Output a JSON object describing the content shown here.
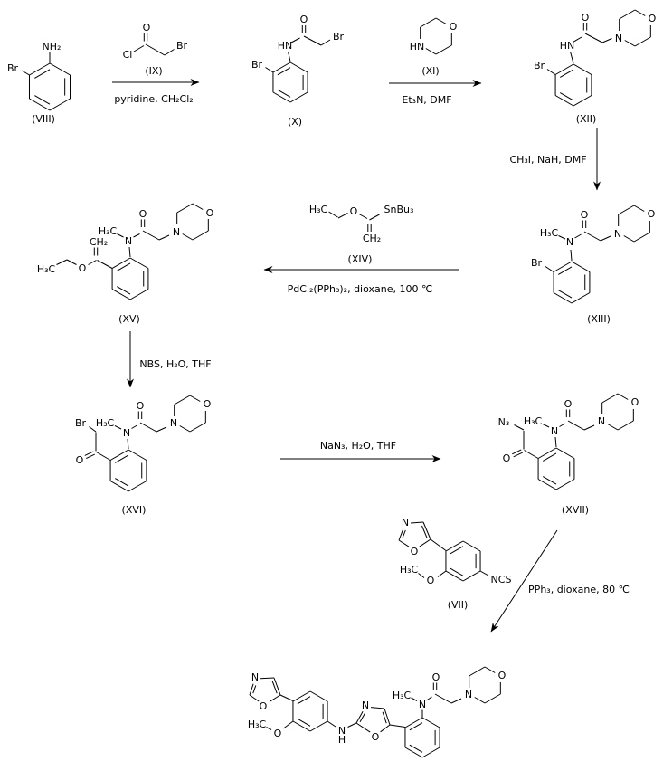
{
  "page": {
    "background": "#ffffff",
    "ink": "#000000"
  },
  "scheme": {
    "description": "Seven-step organic synthesis route from compound (VIII) to the final oxazole-amide product",
    "compound_ids": [
      "(VIII)",
      "(IX)",
      "(X)",
      "(XI)",
      "(XII)",
      "(XIII)",
      "(XIV)",
      "(XV)",
      "(XVI)",
      "(XVII)",
      "(VII)"
    ],
    "steps": [
      {
        "from": "(VIII)",
        "reagent_over_arrow": "(IX)",
        "conditions": "pyridine, CH₂Cl₂",
        "to": "(X)",
        "direction": "right"
      },
      {
        "from": "(X)",
        "reagent_over_arrow": "(XI)",
        "conditions": "Et₃N, DMF",
        "to": "(XII)",
        "direction": "right"
      },
      {
        "from": "(XII)",
        "conditions": "CH₃I, NaH, DMF",
        "to": "(XIII)",
        "direction": "down"
      },
      {
        "from": "(XIII)",
        "reagent_over_arrow": "(XIV)",
        "conditions": "PdCl₂(PPh₃)₂, dioxane, 100 ℃",
        "to": "(XV)",
        "direction": "left"
      },
      {
        "from": "(XV)",
        "conditions": "NBS, H₂O, THF",
        "to": "(XVI)",
        "direction": "down"
      },
      {
        "from": "(XVI)",
        "conditions": "NaN₃, H₂O, THF",
        "to": "(XVII)",
        "direction": "right"
      },
      {
        "from": "(XVII)",
        "reagent_beside_arrow": "(VII)",
        "conditions": "PPh₃, dioxane, 80 ℃",
        "to": "final product",
        "direction": "diagonal-down-left"
      }
    ]
  },
  "labels": {
    "c8_nh2": "NH₂",
    "c8_br": "Br",
    "c8_id": "(VIII)",
    "r9_o": "O",
    "r9_cl": "Cl",
    "r9_br": "Br",
    "r9_id": "(IX)",
    "s1_cond": "pyridine, CH₂Cl₂",
    "c10_hn": "HN",
    "c10_o": "O",
    "c10_br_chain": "Br",
    "c10_br_ring": "Br",
    "c10_id": "(X)",
    "r11_hn": "HN",
    "r11_o": "O",
    "r11_id": "(XI)",
    "s2_cond": "Et₃N, DMF",
    "c12_hn": "HN",
    "c12_o_carbonyl": "O",
    "c12_n_morph": "N",
    "c12_o_morph": "O",
    "c12_br": "Br",
    "c12_id": "(XII)",
    "s3_cond": "CH₃I, NaH, DMF",
    "c13_h3c": "H₃C",
    "c13_n": "N",
    "c13_o_carbonyl": "O",
    "c13_n_morph": "N",
    "c13_o_morph": "O",
    "c13_br": "Br",
    "c13_id": "(XIII)",
    "r14_h3c": "H₃C",
    "r14_o": "O",
    "r14_snbu3": "SnBu₃",
    "r14_ch2": "CH₂",
    "r14_id": "(XIV)",
    "s4_cond": "PdCl₂(PPh₃)₂, dioxane, 100 ℃",
    "c15_h3c_ethyl": "H₃C",
    "c15_o_ether": "O",
    "c15_ch2": "CH₂",
    "c15_h3c_n": "H₃C",
    "c15_n": "N",
    "c15_o_carbonyl": "O",
    "c15_n_morph": "N",
    "c15_o_morph": "O",
    "c15_id": "(XV)",
    "s5_cond": "NBS, H₂O, THF",
    "c16_br": "Br",
    "c16_h3c": "H₃C",
    "c16_n": "N",
    "c16_o_carbonyl": "O",
    "c16_n_morph": "N",
    "c16_o_morph": "O",
    "c16_o_ketone": "O",
    "c16_id": "(XVI)",
    "s6_cond": "NaN₃, H₂O, THF",
    "c17_n3": "N₃",
    "c17_h3c": "H₃C",
    "c17_n": "N",
    "c17_o_carbonyl": "O",
    "c17_n_morph": "N",
    "c17_o_morph": "O",
    "c17_o_ketone": "O",
    "c17_id": "(XVII)",
    "r7_n_oxazole": "N",
    "r7_o_oxazole": "O",
    "r7_h3c": "H₃C",
    "r7_o_methoxy": "O",
    "r7_ncs": "NCS",
    "r7_id": "(VII)",
    "s7_cond": "PPh₃, dioxane, 80 ℃",
    "p_n_ox1": "N",
    "p_o_ox1": "O",
    "p_h3c_methoxy": "H₃C",
    "p_o_methoxy": "O",
    "p_n_nh": "N",
    "p_h_nh": "H",
    "p_n_ox2": "N",
    "p_o_ox2": "O",
    "p_h3c_n": "H₃C",
    "p_n_amide": "N",
    "p_o_carbonyl": "O",
    "p_n_morph": "N",
    "p_o_morph": "O"
  }
}
